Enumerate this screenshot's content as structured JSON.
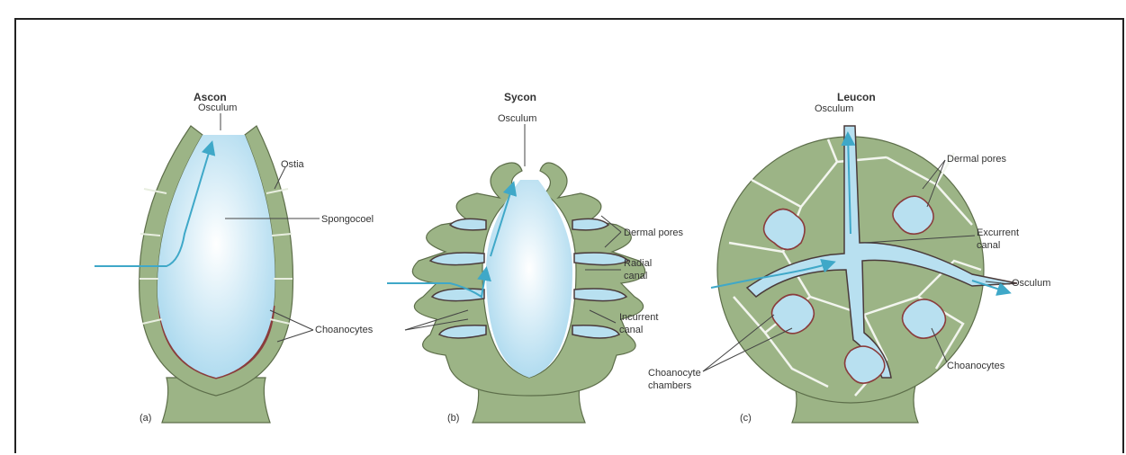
{
  "panels": [
    {
      "title": "Ascon",
      "letter": "(a)"
    },
    {
      "title": "Sycon",
      "letter": "(b)"
    },
    {
      "title": "Leucon",
      "letter": "(c)"
    }
  ],
  "labels": {
    "ascon_osculum": "Osculum",
    "ascon_ostia": "Ostia",
    "spongocoel": "Spongocoel",
    "choanocytes_a": "Choanocytes",
    "sycon_osculum": "Osculum",
    "sycon_dermal_pores": "Dermal pores",
    "radial_canal_1": "Radial",
    "radial_canal_2": "canal",
    "incurrent_canal_1": "Incurrent",
    "incurrent_canal_2": "canal",
    "leucon_osculum_top": "Osculum",
    "leucon_dermal_pores": "Dermal pores",
    "excurrent_canal_1": "Excurrent",
    "excurrent_canal_2": "canal",
    "leucon_osculum_right": "Osculum",
    "choanocyte_chambers_1": "Choanocyte",
    "choanocyte_chambers_2": "chambers",
    "choanocytes_c": "Choanocytes"
  },
  "colors": {
    "wall": "#9cb486",
    "cavity": "#cfe8f4",
    "flow": "#3fa8c8",
    "choanocyte_layer": "#8a3c3c"
  }
}
